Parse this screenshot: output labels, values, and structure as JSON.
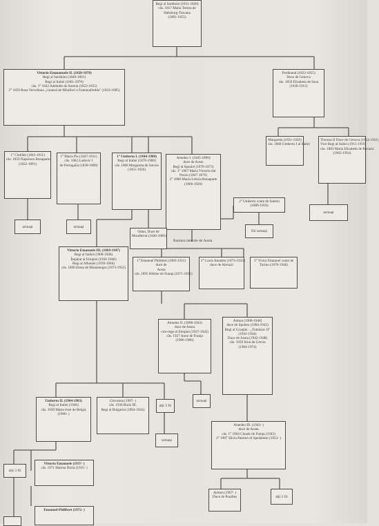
{
  "boxes": [
    {
      "id": "top",
      "lines": [
        "Regi al Sardiniei (1831-1849)",
        "căs. 1817 Maria Tereza de",
        "Habsburg-Toscana",
        "(1801-1855)"
      ],
      "bold": []
    },
    {
      "id": "ve2",
      "lines": [
        "Vittorio-Emmanuele II. (1820-1878)",
        "Regi al Sardiniei (1849-1861)",
        "Regi al Italiei (1861-1878)",
        "căs. 1° 1842 Adelaide de Austria (1822-1855)",
        "2° 1859 Rosa Vercellana „contesă de Mirafiori e Fontanafredda\" (1833-1885)"
      ],
      "bold": [
        0
      ]
    },
    {
      "id": "ferdinand",
      "lines": [
        "Ferdinand (1822-1855)",
        "Duce de Genova",
        "căs. 1850 Elisabeta de Saxa",
        "(1830-1912)"
      ],
      "bold": []
    },
    {
      "id": "clotilde",
      "lines": [
        "1° Clotilde (1843-1911)",
        "căs. 1859 Napoleon Bonaparte",
        "(1822-1891)"
      ],
      "bold": []
    },
    {
      "id": "mariapia",
      "lines": [
        "1° Maria Pia (1847-1911)",
        "căs. 1862 Ludovic I",
        "de Portugalia (1838-1889)"
      ],
      "bold": []
    },
    {
      "id": "umberto1",
      "lines": [
        "1° Umberto I. (1844-1900)",
        "Regi al Italiei (1878-1900)",
        "căs. 1868 Margareta de Savoia",
        "(1851-1926)"
      ],
      "bold": [
        0
      ]
    },
    {
      "id": "amedeo1",
      "lines": [
        "Amedeo I. (1845-1890)",
        "duce de Aosta",
        "Regi al Spaniei (1870-1873)",
        "căs. 1° 1867 Maria Victoria dal",
        "Pozzo (1847-1876)",
        "2° 1888 Maria-Letizia Bonaparte",
        "(1866-1926)"
      ],
      "bold": []
    },
    {
      "id": "margherita",
      "lines": [
        "Margareta (1851-1926)",
        "căs. 1868 Umberto I al Italiei"
      ],
      "bold": []
    },
    {
      "id": "thomas",
      "lines": [
        "Thomas II Duce de Genova (1854-1931)",
        "Vice Regi al Italiei (1915-1919)",
        "căs. 1883 Maria Elisabeth de Bavaria",
        "(1863-1954)"
      ],
      "bold": []
    },
    {
      "id": "odon",
      "lines": [
        "Odon, Duce de",
        "Montferrat (1846-1866)"
      ],
      "bold": []
    },
    {
      "id": "umbertosalemi",
      "lines": [
        "2° Umberto conte de Salemi",
        "(1889-1918)"
      ],
      "bold": []
    },
    {
      "id": "ve3",
      "lines": [
        "Vittorio Emanuele III. (1869-1947)",
        "Regi al Italiei (1900-1946)",
        "Împărat al Etiopiei (1936-1946)",
        "Regi al Albaniei (1939-1946)",
        "căs. 1896 Elena de Muntenegru (1873-1952)"
      ],
      "bold": [
        0
      ]
    },
    {
      "id": "emanuele",
      "lines": [
        "1° Emanuel Philibert (1869-1931)",
        "duce de",
        "Aosta",
        "căs. 1895 Hélène de Franța (1871-1951)"
      ],
      "bold": []
    },
    {
      "id": "luigi",
      "lines": [
        "2° Louis Amadeu (1873-1933)",
        "duce de Abruzzi"
      ],
      "bold": []
    },
    {
      "id": "vittoriotorino",
      "lines": [
        "3° Victor Emanuel conte de",
        "Torino (1870-1946)"
      ],
      "bold": []
    },
    {
      "id": "amedeo2",
      "lines": [
        "Amedeo II. (1898-1942)",
        "duce de Aosta",
        "vice-rege al Etiopiei (1937-1942)",
        "căs. 1927 Anne de Franța",
        "(1906-1986)"
      ],
      "bold": []
    },
    {
      "id": "aimone",
      "lines": [
        "Aimon (1900-1948)",
        "duce de Spoleto (1904-1942)",
        "Regi al Croației - „Tomislav II\"",
        "(1941-1944)",
        "Duce de Aosta (1942-1948)",
        "căs. 1939 Irina de Grecia",
        "(1904-1974)"
      ],
      "bold": []
    },
    {
      "id": "umberto2",
      "lines": [
        "Umberto II. (1904-1983)",
        "Regi al Italiei (1946)",
        "căs. 1930 Marie-José de Belgia",
        "(1906-    )"
      ],
      "bold": [
        0
      ]
    },
    {
      "id": "giovanna",
      "lines": [
        "Giovanna (1907-     )",
        "căs. 1930 Boris III.",
        "Regi al Bulgariei (1894-1943)"
      ],
      "bold": []
    },
    {
      "id": "amedeo3",
      "lines": [
        "Amedeo III. (1943-     )",
        "duce de Aosta",
        "căs. 1° 1964 Claude de Franța (1943)",
        "2° 1987 Silvia Paternò di Spedalotto (1953-     )"
      ],
      "bold": []
    },
    {
      "id": "ve4",
      "lines": [
        "Vittorio Emanuele (1937-     )",
        "căs. 1971 Marina Doria (1935-     )"
      ],
      "bold": [
        0
      ]
    },
    {
      "id": "emanuelefilib",
      "lines": [
        "Emanuel-Philibert (1972-     )"
      ],
      "bold": [
        0
      ]
    },
    {
      "id": "aimone2",
      "lines": [
        "Aymon (1967-     )",
        "Duce de Pouilles"
      ],
      "bold": []
    }
  ],
  "tags": {
    "urmasi": "urmași",
    "fiii_urmasi": "fiii urmași",
    "alti3fii": "alți 3 fii",
    "alti2fii": "alți 2 fii",
    "ramura": "Ramura laterale de Aosta"
  }
}
